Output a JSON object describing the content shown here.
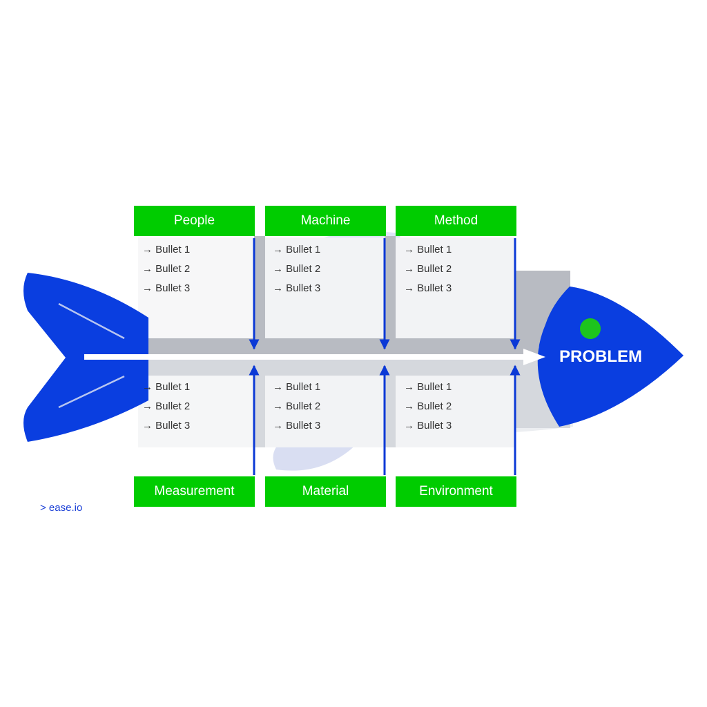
{
  "problem_label": "PROBLEM",
  "brand": "> ease.io",
  "colors": {
    "fish_blue": "#0a3ee0",
    "category_green": "#00cc00",
    "arrow_blue": "#0b39d6",
    "body_gray": "#e6e8ec",
    "spine_gray": "#b8bbc2",
    "eye_green": "#1dc41d"
  },
  "top_categories": [
    {
      "label": "People",
      "bullets": [
        "→ Bullet 1",
        "→ Bullet 2",
        "→ Bullet 3"
      ]
    },
    {
      "label": "Machine",
      "bullets": [
        "→ Bullet 1",
        "→ Bullet 2",
        "→ Bullet 3"
      ]
    },
    {
      "label": "Method",
      "bullets": [
        "→ Bullet 1",
        "→ Bullet 2",
        "→ Bullet 3"
      ]
    }
  ],
  "bottom_categories": [
    {
      "label": "Measurement",
      "bullets": [
        "→ Bullet 1",
        "→ Bullet 2",
        "→ Bullet 3"
      ]
    },
    {
      "label": "Material",
      "bullets": [
        "→ Bullet 1",
        "→ Bullet 2",
        "→ Bullet 3"
      ]
    },
    {
      "label": "Environment",
      "bullets": [
        "→ Bullet 1",
        "→ Bullet 2",
        "→ Bullet 3"
      ]
    }
  ]
}
